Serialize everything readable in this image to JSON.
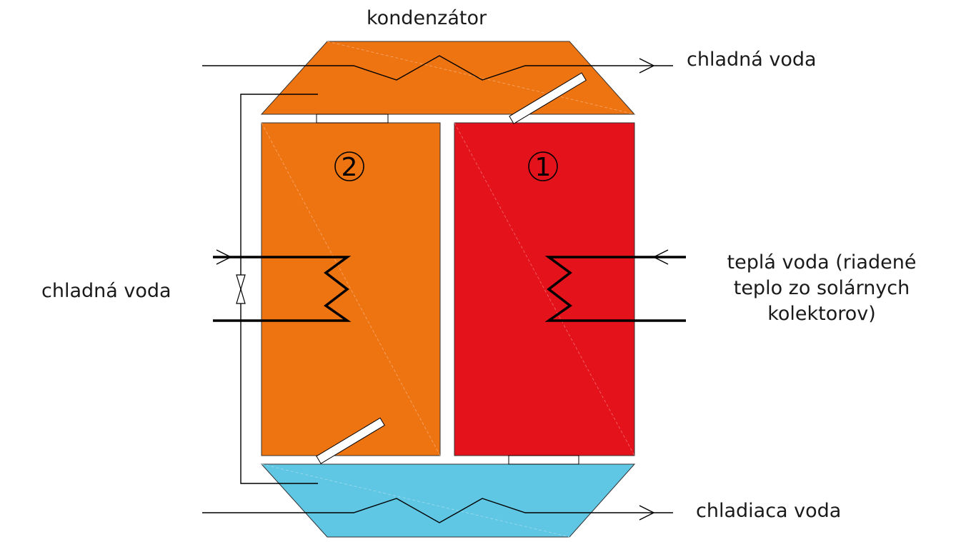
{
  "labels": {
    "condenser": "kondenzátor",
    "cold_water_top": "chladná voda",
    "cold_water_left": "chladná voda",
    "warm_water": "teplá voda (riadené teplo zo solárnych kolektorov)",
    "cooling_water": "chladiaca voda"
  },
  "chambers": {
    "left_number": "2",
    "right_number": "1"
  },
  "colors": {
    "condenser": "#ee7411",
    "chamber_2": "#ee7411",
    "chamber_1": "#e3121b",
    "evaporator": "#5fc6e3",
    "lines": "#000000"
  }
}
